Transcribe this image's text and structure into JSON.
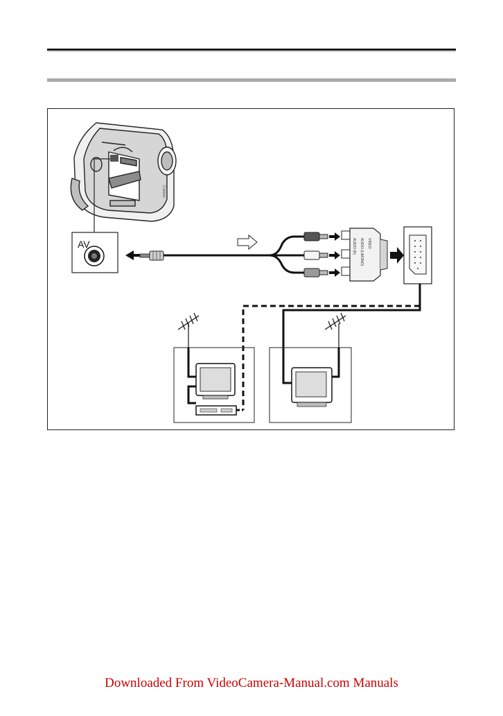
{
  "figure": {
    "av_label": "AV",
    "adapter_labels": [
      "AUDIO (R)",
      "AUDIO (L/MONO)",
      "VIDEO"
    ],
    "camera_brand": "Canon"
  },
  "footer": {
    "text": "Downloaded From VideoCamera-Manual.com Manuals"
  },
  "colors": {
    "rule": "#1a1a1a",
    "section_rule": "#aaaaaa",
    "footer_link": "#cc0000"
  }
}
